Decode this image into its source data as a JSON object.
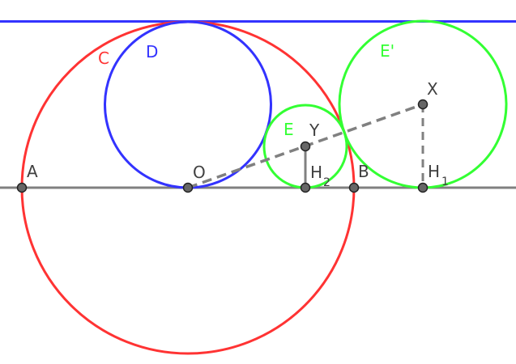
{
  "colors": {
    "circle_C": "#ff3333",
    "circle_D": "#3333ff",
    "circle_E": "#33ff33",
    "circle_E_prime": "#33ff33",
    "top_line": "#3333ff",
    "base_line": "#808080",
    "segments": "#808080",
    "point_fill": "#666666",
    "point_stroke": "#222222",
    "point_label": "#404040"
  },
  "labels": {
    "circle_C": "C",
    "circle_D": "D",
    "circle_E": "E",
    "circle_E_prime": "E'",
    "point_A": "A",
    "point_O": "O",
    "point_B": "B",
    "point_X": "X",
    "point_Y": "Y",
    "point_H2_main": "H",
    "point_H2_sub": "2",
    "point_H1_main": "H",
    "point_H1_sub": "1"
  }
}
